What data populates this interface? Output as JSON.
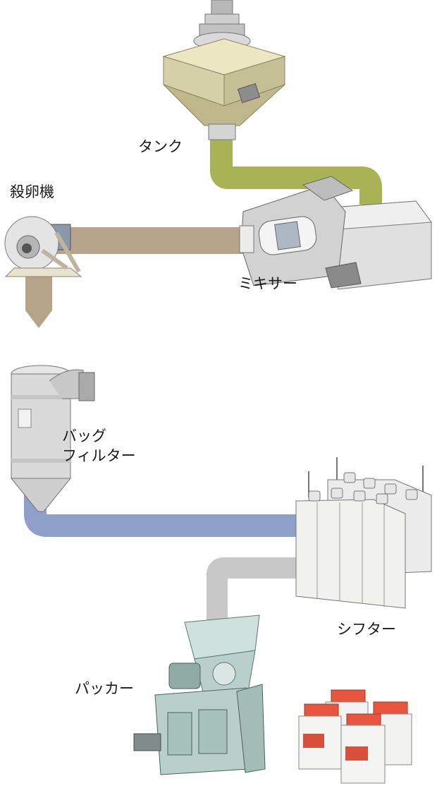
{
  "labels": {
    "tank": "タンク",
    "egg_machine": "殺卵機",
    "mixer": "ミキサー",
    "bag_filter_line1": "バッグ",
    "bag_filter_line2": "フィルター",
    "sifter": "シフター",
    "packer": "パッカー"
  },
  "colors": {
    "tank_pipe": "#a9b356",
    "egg_pipe": "#b5a38a",
    "filter_pipe": "#8ea0c9",
    "sifter_pipe": "#c8c8c8",
    "machine_body": "#e0e0e0",
    "tank_body": "#d6d0a8",
    "packer_body": "#b9cfc9",
    "bag_top": "#e8553f"
  }
}
